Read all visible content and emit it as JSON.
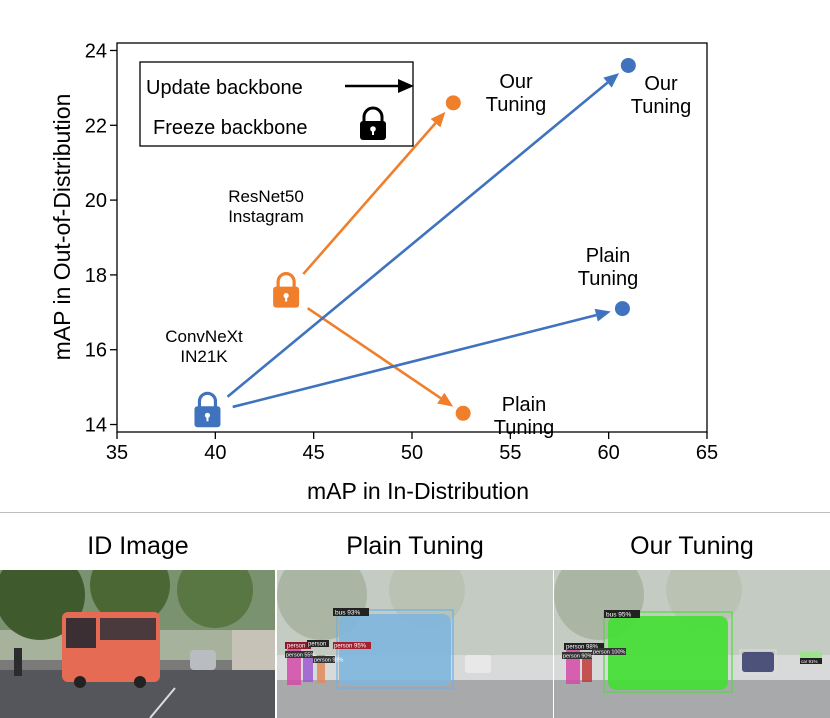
{
  "chart_data": {
    "type": "scatter",
    "xlabel": "mAP in In-Distribution",
    "ylabel": "mAP in Out-of-Distribution",
    "xlim": [
      35,
      65
    ],
    "ylim": [
      13.8,
      24.2
    ],
    "xticks": [
      35,
      40,
      45,
      50,
      55,
      60,
      65
    ],
    "yticks": [
      14,
      16,
      18,
      20,
      22,
      24
    ],
    "grid": false,
    "legend": {
      "position": "top-left",
      "entries": [
        {
          "label": "Update backbone",
          "marker": "arrow"
        },
        {
          "label": "Freeze backbone",
          "marker": "lock"
        }
      ]
    },
    "series": [
      {
        "name": "ResNet50 Instagram",
        "color": "#f07f2c",
        "start": {
          "x": 43.6,
          "y": 17.5,
          "label": [
            "ResNet50",
            "Instagram"
          ]
        },
        "points": [
          {
            "x": 52.1,
            "y": 22.6,
            "label": [
              "Our",
              "Tuning"
            ]
          },
          {
            "x": 52.6,
            "y": 14.3,
            "label": [
              "Plain",
              "Tuning"
            ]
          }
        ]
      },
      {
        "name": "ConvNeXt IN21K",
        "color": "#3f73be",
        "start": {
          "x": 39.6,
          "y": 14.3,
          "label": [
            "ConvNeXt",
            "IN21K"
          ]
        },
        "points": [
          {
            "x": 61.0,
            "y": 23.6,
            "label": [
              "Our",
              "Tuning"
            ]
          },
          {
            "x": 60.7,
            "y": 17.1,
            "label": [
              "Plain",
              "Tuning"
            ]
          }
        ]
      }
    ]
  },
  "panels": {
    "id_image": {
      "title": "ID Image"
    },
    "plain_tuning": {
      "title": "Plain Tuning",
      "detections": [
        "bus 93%",
        "person",
        "person",
        "person 95%",
        "person 93%",
        "person 55%",
        "person 59%"
      ]
    },
    "our_tuning": {
      "title": "Our Tuning",
      "detections": [
        "bus 95%",
        "person 98%",
        "person 90%",
        "person 100%",
        "car 91%"
      ]
    }
  },
  "colors": {
    "orange": "#f07f2c",
    "blue": "#3f73be"
  }
}
